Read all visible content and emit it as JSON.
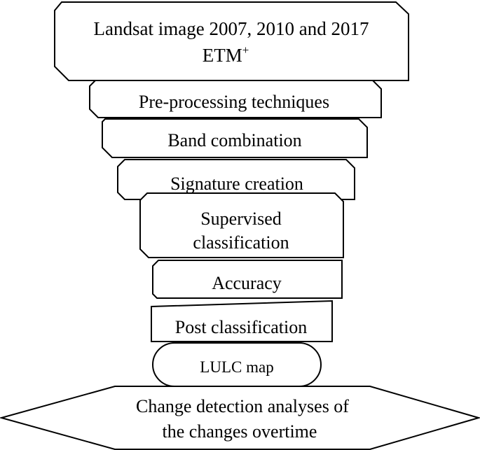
{
  "diagram": {
    "title": "",
    "steps": [
      {
        "id": "landsat",
        "lines": [
          "Landsat image 2007, 2010 and 2017",
          "ETM"
        ],
        "superscript": "+"
      },
      {
        "id": "preprocessing",
        "lines": [
          "Pre-processing techniques"
        ]
      },
      {
        "id": "band",
        "lines": [
          "Band combination"
        ]
      },
      {
        "id": "signature",
        "lines": [
          "Signature creation"
        ]
      },
      {
        "id": "supervised",
        "lines": [
          "Supervised",
          "classification"
        ]
      },
      {
        "id": "accuracy",
        "lines": [
          "Accuracy"
        ]
      },
      {
        "id": "post",
        "lines": [
          "Post classification"
        ]
      },
      {
        "id": "lulc",
        "lines": [
          "LULC map"
        ]
      },
      {
        "id": "change",
        "lines": [
          "Change detection analyses of",
          "the changes overtime"
        ]
      }
    ]
  }
}
